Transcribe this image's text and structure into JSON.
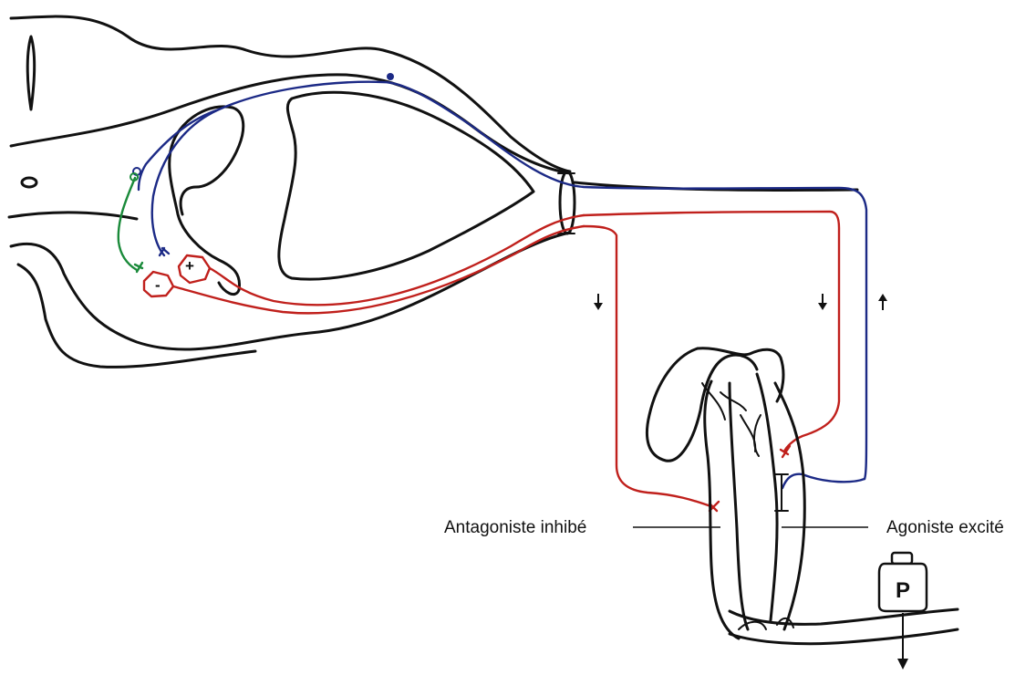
{
  "labels": {
    "antagonist": "Antagoniste inhibé",
    "agonist": "Agoniste excité",
    "weight": "P",
    "plus_sign": "+",
    "minus_sign": "-"
  },
  "colors": {
    "excitatory_pathway": "#c0201c",
    "afferent_pathway": "#1c2a86",
    "interneuron": "#1a8a3a",
    "outline": "#111111"
  },
  "icons": {
    "weight": "weight-icon",
    "arrow_down": "arrow-down-icon",
    "arrow_up": "arrow-up-icon"
  }
}
